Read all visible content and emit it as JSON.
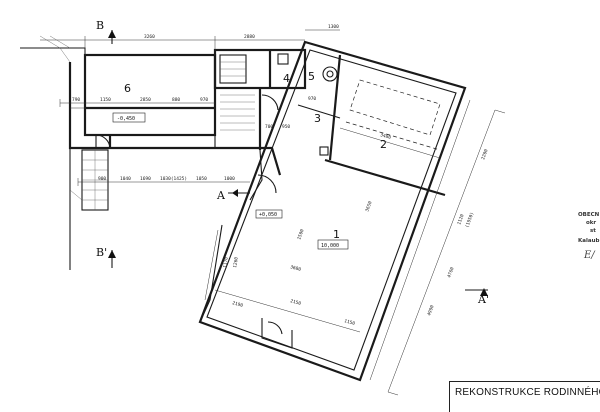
{
  "title_block": {
    "title": "REKONSTRUKCE RODINNÉHO DO"
  },
  "stamp": {
    "line1": "OBECN",
    "line2": "okr",
    "line3": "st",
    "line4": "Kalaub",
    "sig": "E/"
  },
  "rooms": {
    "r1": {
      "number": "1",
      "area": "10,000"
    },
    "r2": {
      "number": "2"
    },
    "r3": {
      "number": "3"
    },
    "r4": {
      "number": "4"
    },
    "r5": {
      "number": "5"
    },
    "r6": {
      "number": "6",
      "area": "-0,450"
    },
    "sub_area": "+0,050"
  },
  "sections": {
    "b_top": "B",
    "b_bottom": "B'",
    "a_left": "A",
    "a_right": "A'"
  },
  "dimensions": {
    "top_1": "1300",
    "top_2": "3260",
    "top_3": "2880",
    "r6_row": [
      "790",
      "1150",
      "2850",
      "880",
      "970"
    ],
    "r4_row": [
      "700",
      "950",
      "970"
    ],
    "corridor_row": [
      "900",
      "1040",
      "1690",
      "1030(1425)",
      "1050",
      "1000"
    ],
    "r2_width": "3480",
    "r1_len": "3680",
    "r1_height": "3650",
    "r1_side": "1500",
    "bottom_row": [
      "2190",
      "2150",
      "1150"
    ],
    "left_side": [
      "1170",
      "1260"
    ],
    "right_side": [
      "2200",
      "1120",
      "(1950)",
      "4760",
      "4990"
    ]
  }
}
